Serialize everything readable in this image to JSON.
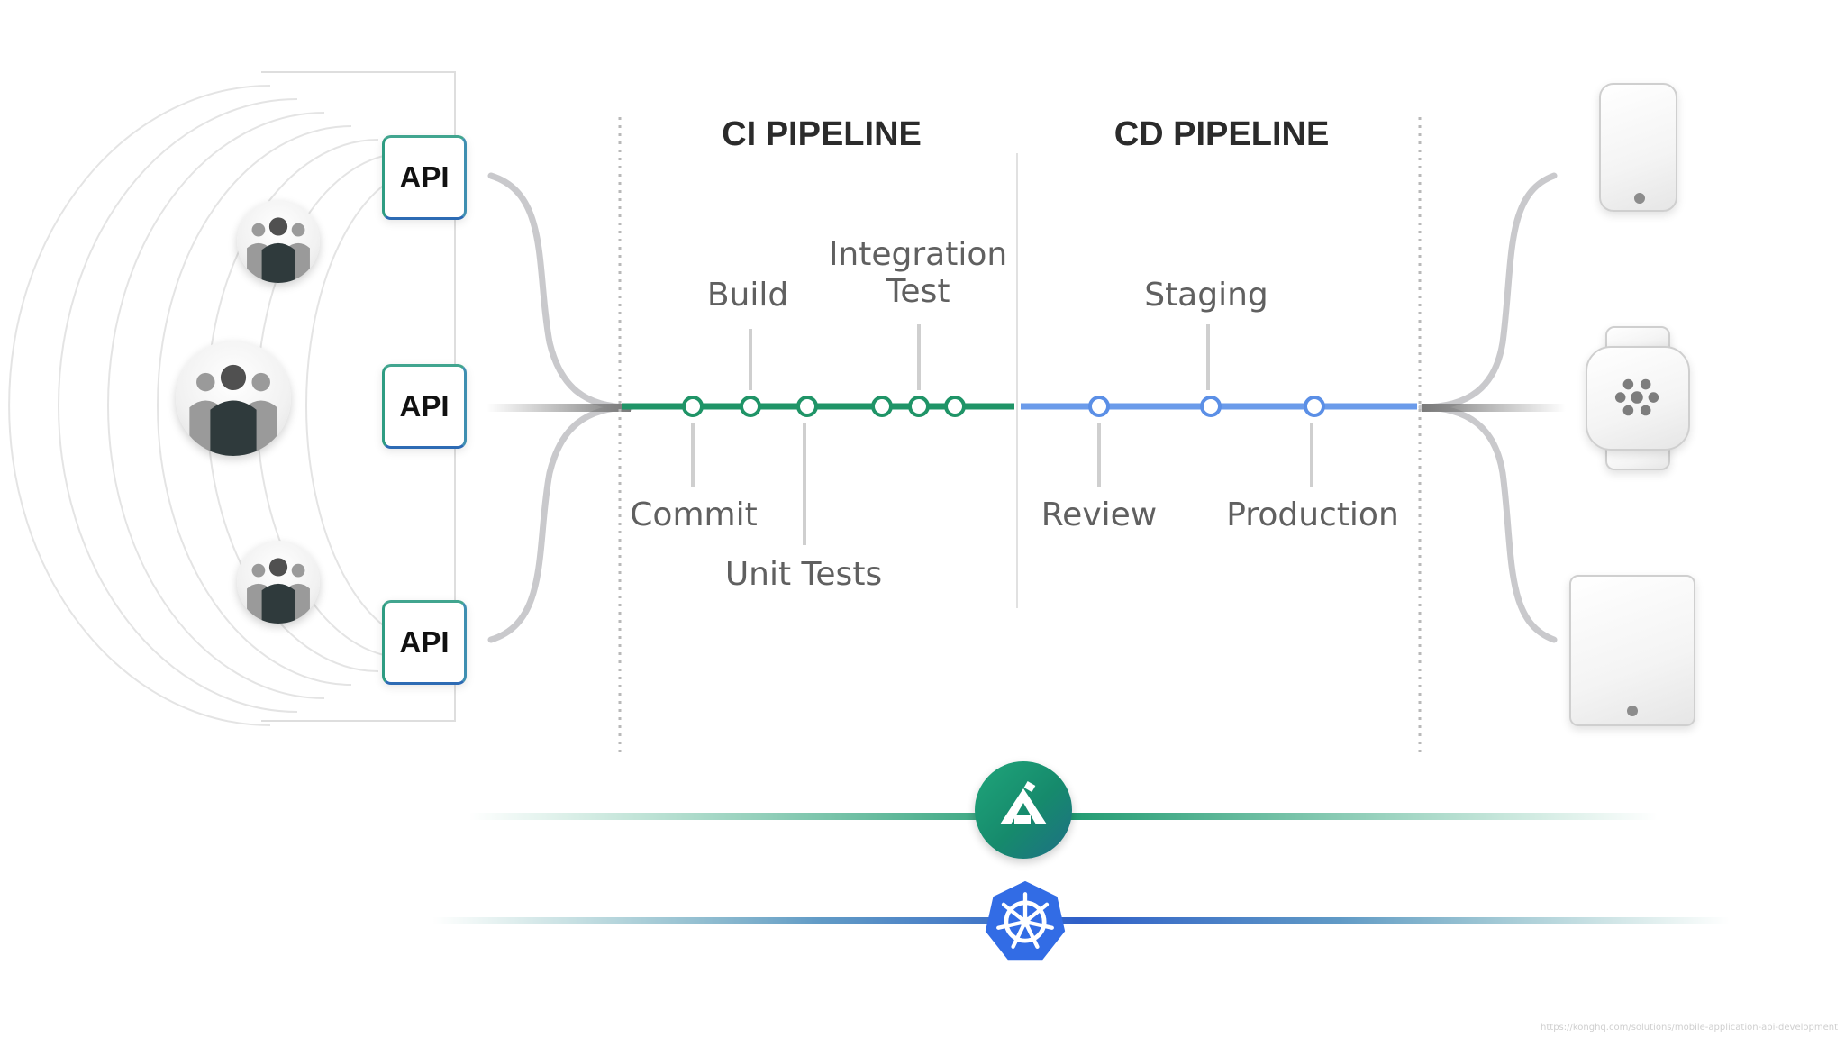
{
  "ci": {
    "heading": "CI PIPELINE",
    "color": "#1f9467",
    "stages": {
      "build": "Build",
      "integration_line1": "Integration",
      "integration_line2": "Test",
      "commit": "Commit",
      "unit_tests": "Unit Tests"
    }
  },
  "cd": {
    "heading": "CD PIPELINE",
    "color": "#6b9bea",
    "stages": {
      "staging": "Staging",
      "review": "Review",
      "production": "Production"
    }
  },
  "apis": [
    {
      "label": "API"
    },
    {
      "label": "API"
    },
    {
      "label": "API"
    }
  ],
  "users": [
    {
      "icon": "user-group-icon"
    },
    {
      "icon": "user-group-icon"
    },
    {
      "icon": "user-group-icon"
    }
  ],
  "devices": [
    {
      "icon": "smartphone-icon"
    },
    {
      "icon": "smartwatch-icon"
    },
    {
      "icon": "tablet-icon"
    }
  ],
  "platforms": [
    {
      "icon": "kong-logo-icon",
      "color": "#1b9a6f"
    },
    {
      "icon": "kubernetes-logo-icon",
      "color": "#326ce5"
    }
  ],
  "watermark": "https://konghq.com/solutions/mobile-application-api-development"
}
